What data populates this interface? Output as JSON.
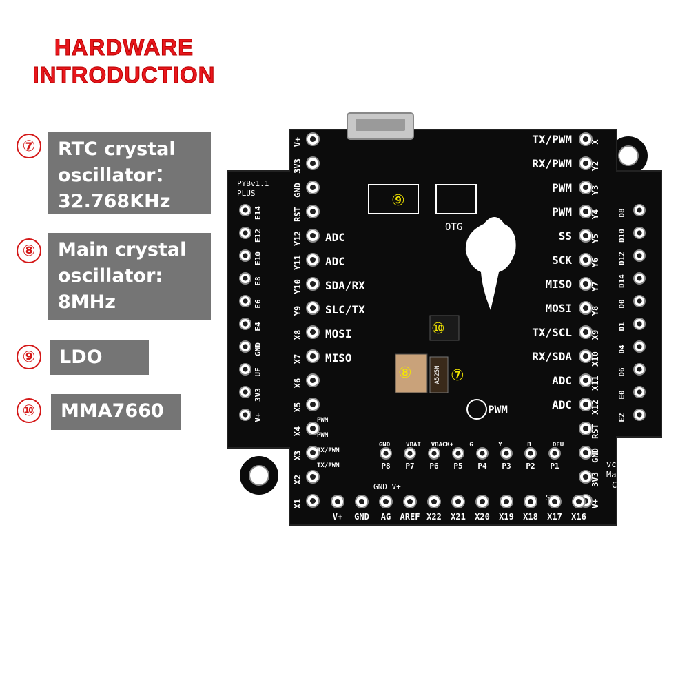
{
  "title": {
    "line1": "HARDWARE",
    "line2": "INTRODUCTION"
  },
  "legend": [
    {
      "number": "⑦",
      "lines": [
        "RTC crystal",
        "oscillator：",
        "32.768KHz"
      ]
    },
    {
      "number": "⑧",
      "lines": [
        "Main crystal",
        "oscillator:",
        "8MHz"
      ]
    },
    {
      "number": "⑨",
      "lines": [
        "LDO"
      ]
    },
    {
      "number": "⑩",
      "lines": [
        "MMA7660"
      ]
    }
  ],
  "board": {
    "model": [
      "PYBv1.1",
      "PLUS"
    ],
    "otg": "OTG",
    "pwm_label": "PWM",
    "brand": [
      "vcc-gnd",
      "Made in",
      "China"
    ],
    "crystal_marking": "A525N",
    "markers": {
      "rtc": "⑦",
      "main": "⑧",
      "ldo": "⑨",
      "accel": "⑩"
    },
    "left_pins": [
      "V+",
      "3V3",
      "GND",
      "RST",
      "Y12",
      "Y11",
      "Y10",
      "Y9",
      "X8",
      "X7",
      "X6",
      "X5",
      "X4",
      "X3",
      "X2",
      "X1"
    ],
    "left_functions": [
      "ADC",
      "ADC",
      "SDA/RX",
      "SLC/TX",
      "MOSI",
      "MISO"
    ],
    "left_small": [
      "PWM",
      "PWM",
      "RX/PWM",
      "TX/PWM"
    ],
    "outer_left_pins": [
      "E14",
      "E12",
      "E10",
      "E8",
      "E6",
      "E4",
      "GND",
      "UF",
      "3V3",
      "V+"
    ],
    "right_pins": [
      "X",
      "Y2",
      "Y3",
      "Y4",
      "Y5",
      "Y6",
      "Y7",
      "Y8",
      "X9",
      "X10",
      "X11",
      "X12",
      "RST",
      "GND",
      "3V3",
      "V+"
    ],
    "right_functions": [
      "TX/PWM",
      "RX/PWM",
      "PWM",
      "PWM",
      "SS",
      "SCK",
      "MISO",
      "MOSI",
      "TX/SCL",
      "RX/SDA",
      "ADC",
      "ADC"
    ],
    "outer_right_pins": [
      "D8",
      "D10",
      "D12",
      "D14",
      "D0",
      "D1",
      "D4",
      "D6",
      "E0",
      "E2"
    ],
    "bottom_pins": [
      "V+",
      "GND",
      "AG",
      "AREF",
      "X22",
      "X21",
      "X20",
      "X19",
      "X18",
      "X17",
      "X16"
    ],
    "p_row": [
      "P8",
      "P7",
      "P6",
      "P5",
      "P4",
      "P3",
      "P2",
      "P1"
    ],
    "p_top_labels": [
      "GND",
      "VBAT",
      "VBACK+",
      "G",
      "Y",
      "B",
      "DFU"
    ],
    "gnd_v_label": "GND V+",
    "sw_label": "SW"
  }
}
